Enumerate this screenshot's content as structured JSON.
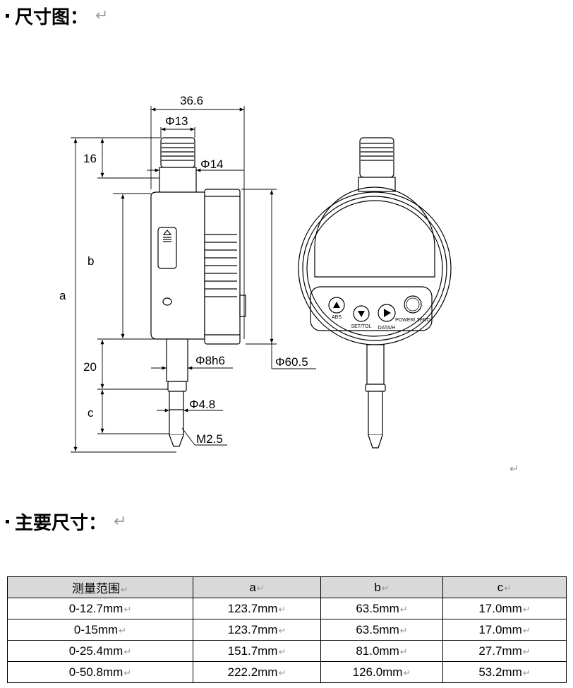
{
  "headings": {
    "dimension_drawing": "尺寸图：",
    "main_dimensions": "主要尺寸："
  },
  "symbols": {
    "return_mark": "↵"
  },
  "diagram": {
    "labels": {
      "width": "36.6",
      "cap_dia": "Φ13",
      "stem_dia": "Φ14",
      "top_height": "16",
      "body_height": "b",
      "total_height": "a",
      "spindle_len": "20",
      "spindle_dia": "Φ8h6",
      "tip_dia": "Φ4.8",
      "tip_len": "c",
      "thread": "M2.5",
      "dial_dia": "Φ60.5"
    },
    "buttons": [
      "ABS",
      "SET/TOL",
      "DATA/H",
      "POWER/ ZERO"
    ]
  },
  "table": {
    "headers": [
      "测量范围",
      "a",
      "b",
      "c"
    ],
    "rows": [
      [
        "0-12.7mm",
        "123.7mm",
        "63.5mm",
        "17.0mm"
      ],
      [
        "0-15mm",
        "123.7mm",
        "63.5mm",
        "17.0mm"
      ],
      [
        "0-25.4mm",
        "151.7mm",
        "81.0mm",
        "27.7mm"
      ],
      [
        "0-50.8mm",
        "222.2mm",
        "126.0mm",
        "53.2mm"
      ]
    ]
  }
}
